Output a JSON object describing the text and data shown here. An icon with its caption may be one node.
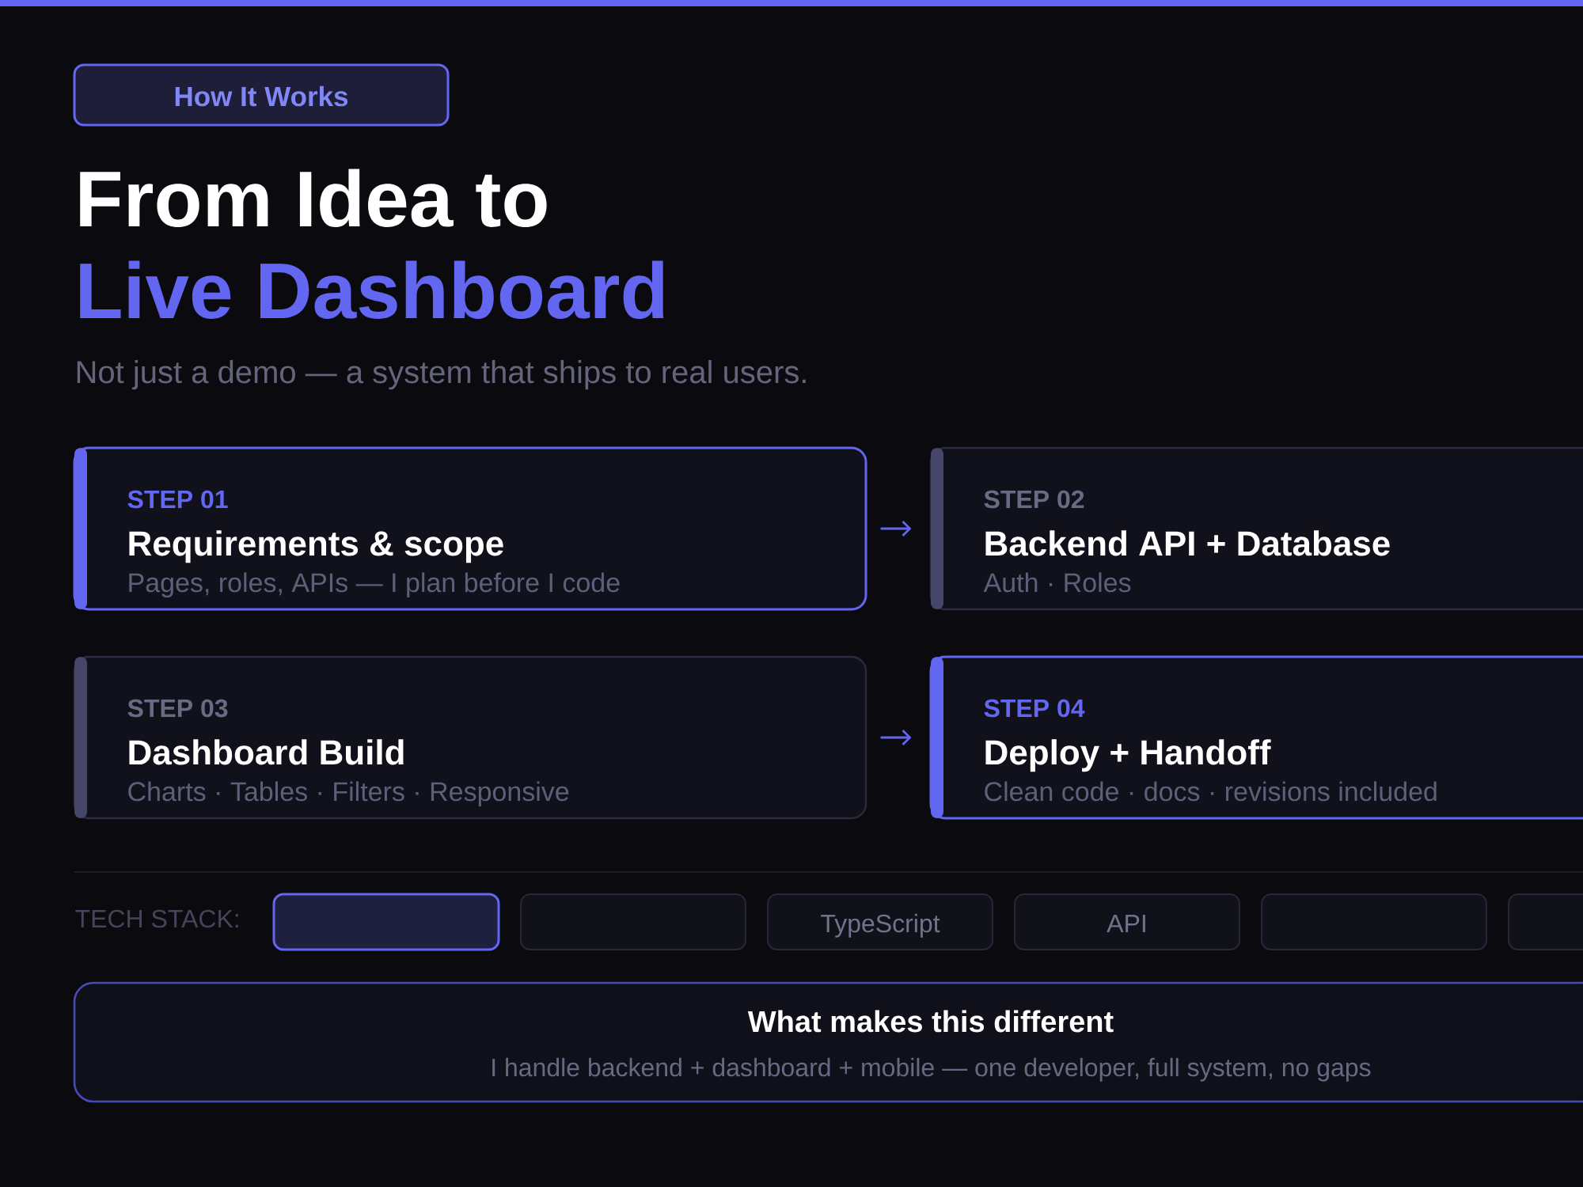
{
  "diagram": {
    "title": "From Idea to Live Dashboard",
    "nodes": [
      {
        "text": [
          "How It Works"
        ]
      },
      {
        "text": [
          "STEP 01",
          "Requirements & scope",
          "Pages, roles, APIs — I plan before I code"
        ]
      },
      {
        "text": [
          "STEP 02",
          "Backend API + Database",
          "Auth · Roles"
        ]
      },
      {
        "text": [
          "STEP 03",
          "Dashboard Build",
          "Charts · Tables · Filters · Responsive"
        ]
      },
      {
        "text": [
          "STEP 04",
          "Deploy + Handoff",
          "Clean code · docs · revisions included"
        ]
      },
      {
        "text": [],
        "shape": "box"
      },
      {
        "text": [],
        "shape": "box"
      },
      {
        "text": [
          "TypeScript"
        ]
      },
      {
        "text": [
          "API"
        ]
      },
      {
        "text": [],
        "shape": "box"
      },
      {
        "text": [],
        "shape": "box"
      },
      {
        "text": [
          "What makes this different",
          "I handle backend + dashboard + mobile — one developer, full system, no gaps"
        ]
      }
    ],
    "edges": [
      {
        "from": 1,
        "to": 2,
        "arrow": "to"
      },
      {
        "from": 3,
        "to": 4,
        "arrow": "to"
      }
    ],
    "labels": [
      "Not just a demo — a system that ships to real users.",
      "TECH STACK:"
    ]
  }
}
